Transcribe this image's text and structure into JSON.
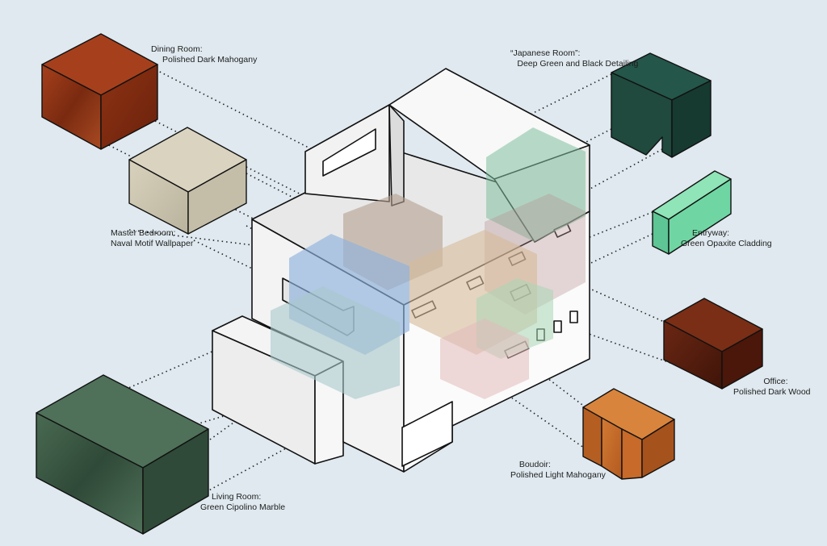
{
  "rooms": {
    "dining": {
      "title": "Dining Room:",
      "material": "Polished Dark Mahogany",
      "color": "#8a2e14"
    },
    "master": {
      "title": "Master Bedroom:",
      "material": "Naval Motif Wallpaper",
      "color": "#c9c2ab"
    },
    "living": {
      "title": "Living Room:",
      "material": "Green Cipolino Marble",
      "color": "#3d5a45"
    },
    "japanese": {
      "title": "“Japanese Room”:",
      "material": "Deep Green and Black Detailing",
      "color": "#1f4a3d"
    },
    "entry": {
      "title": "Entryway:",
      "material": "Green Opaxite Cladding",
      "color": "#6fd6a3"
    },
    "office": {
      "title": "Office:",
      "material": "Polished Dark Wood",
      "color": "#5a1f10"
    },
    "boudoir": {
      "title": "Boudoir:",
      "material": "Polished Light Mahogany",
      "color": "#c0692a"
    }
  }
}
